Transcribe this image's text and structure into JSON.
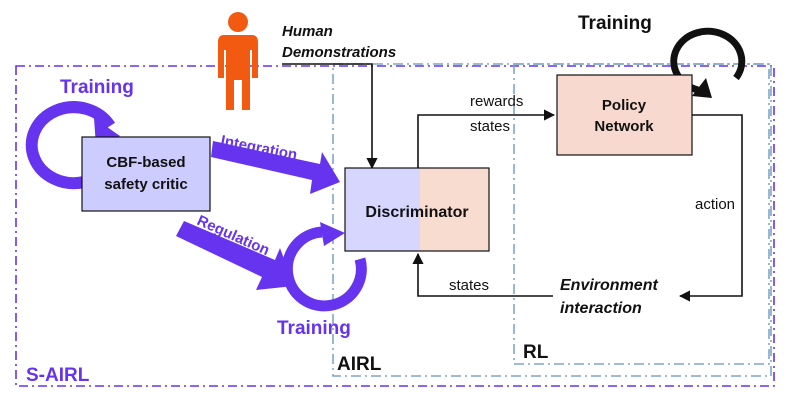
{
  "colors": {
    "purple": "#6633ee",
    "dark_purple": "#2e1f8f",
    "blue_dash": "#7fa6c8",
    "critic_fill": "#ccccff",
    "policy_fill": "#f8d9cf",
    "disc_left_fill": "#d6d6ff",
    "disc_right_fill": "#f8dccf",
    "human": "#f25a12",
    "black": "#111111"
  },
  "icons": {
    "human": "person-icon",
    "training_loop": "circular-arrow-icon"
  },
  "labels": {
    "human_line1": "Human",
    "human_line2": "Demonstrations",
    "training_top": "Training",
    "training_left": "Training",
    "training_bottom": "Training",
    "critic_line1": "CBF-based",
    "critic_line2": "safety critic",
    "integration": "Integration",
    "regulation": "Regulation",
    "discriminator": "Discriminator",
    "policy_line1": "Policy",
    "policy_line2": "Network",
    "rewards": "rewards",
    "states_top": "states",
    "action": "action",
    "env_line1": "Environment",
    "env_line2": "interaction",
    "states_bottom": "states",
    "region_sairl": "S-AIRL",
    "region_airl": "AIRL",
    "region_rl": "RL"
  }
}
